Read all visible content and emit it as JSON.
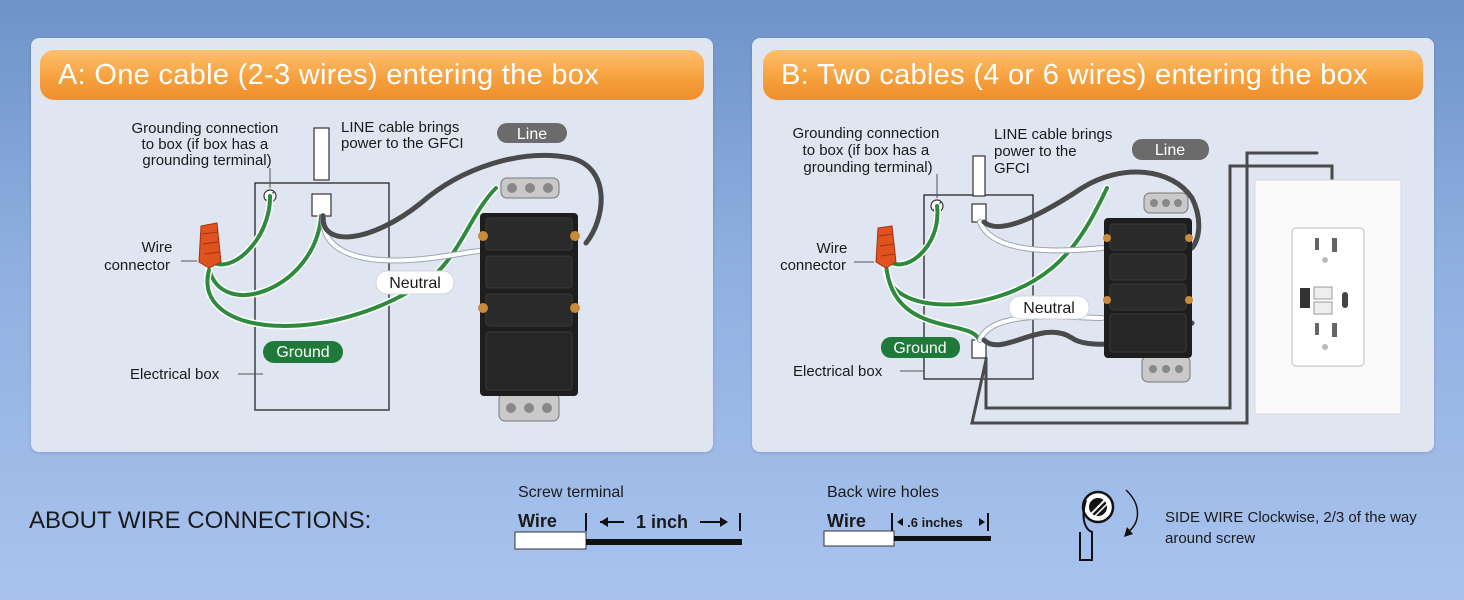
{
  "panel_a": {
    "title": "A: One cable (2-3 wires) entering the box",
    "grounding_label": [
      "Grounding connection",
      "to box (if box has a",
      "grounding terminal)"
    ],
    "line_cable_label": [
      "LINE cable brings",
      "power to the GFCI"
    ],
    "line_pill": "Line",
    "wire_connector_label": [
      "Wire",
      "connector"
    ],
    "neutral_pill": "Neutral",
    "ground_pill": "Ground",
    "electrical_box_label": "Electrical box"
  },
  "panel_b": {
    "title": "B: Two cables (4 or 6 wires) entering the box",
    "grounding_label": [
      "Grounding connection",
      "to box (if box has a",
      "grounding terminal)"
    ],
    "line_cable_label": [
      "LINE cable brings",
      "power to the",
      "GFCI"
    ],
    "line_pill": "Line",
    "wire_connector_label": [
      "Wire",
      "connector"
    ],
    "neutral_pill": "Neutral",
    "ground_pill": "Ground",
    "electrical_box_label": "Electrical box"
  },
  "footer": {
    "title": "ABOUT WIRE CONNECTIONS:",
    "screw_terminal": {
      "title": "Screw terminal",
      "wire_label": "Wire",
      "length": "1 inch"
    },
    "back_wire_holes": {
      "title": "Back wire holes",
      "wire_label": "Wire",
      "length": ".6 inches"
    },
    "side_wire_text": "SIDE WIRE Clockwise, 2/3 of the way around screw"
  },
  "colors": {
    "banner_orange": "#f6a13f",
    "line_pill_gray": "#6b6b6b",
    "ground_pill_green": "#1f7a3a",
    "ground_wire_green": "#2e8b3d",
    "line_wire_gray": "#4a4a4a",
    "neutral_wire_white": "#ffffff",
    "wire_connector_orange": "#e0531f"
  },
  "icons": [
    "screw-terminal-icon",
    "wire-connector-icon",
    "gfci-receptacle-icon",
    "wall-plate-icon",
    "clockwise-arrow-icon"
  ]
}
